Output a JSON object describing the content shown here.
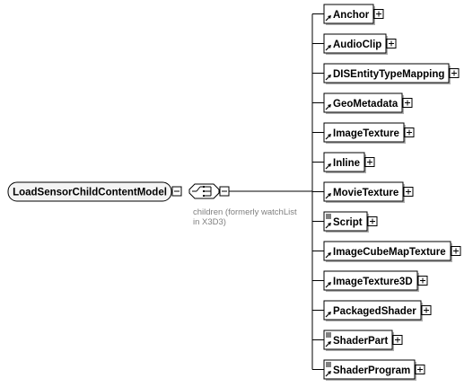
{
  "root": {
    "label": "LoadSensorChildContentModel"
  },
  "group": {
    "note_line1": "children (formerly watchList",
    "note_line2": "in X3D3)"
  },
  "children": [
    {
      "label": "Anchor",
      "icon": "reference-arrow-icon"
    },
    {
      "label": "AudioClip",
      "icon": "reference-arrow-icon"
    },
    {
      "label": "DISEntityTypeMapping",
      "icon": "reference-arrow-icon"
    },
    {
      "label": "GeoMetadata",
      "icon": "reference-arrow-icon"
    },
    {
      "label": "ImageTexture",
      "icon": "reference-arrow-icon"
    },
    {
      "label": "Inline",
      "icon": "reference-arrow-icon"
    },
    {
      "label": "MovieTexture",
      "icon": "reference-arrow-icon"
    },
    {
      "label": "Script",
      "icon": "annotated-reference-icon"
    },
    {
      "label": "ImageCubeMapTexture",
      "icon": "reference-arrow-icon"
    },
    {
      "label": "ImageTexture3D",
      "icon": "reference-arrow-icon"
    },
    {
      "label": "PackagedShader",
      "icon": "reference-arrow-icon"
    },
    {
      "label": "ShaderPart",
      "icon": "annotated-reference-icon"
    },
    {
      "label": "ShaderProgram",
      "icon": "annotated-reference-icon"
    }
  ]
}
